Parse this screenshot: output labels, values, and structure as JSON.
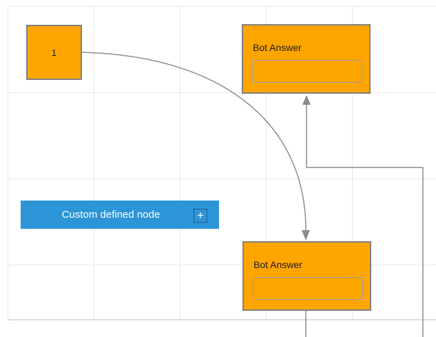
{
  "diagram": {
    "grid": "on",
    "nodes": {
      "node1": {
        "label": "1"
      },
      "bot_answer_top": {
        "title": "Bot Answer",
        "input_value": ""
      },
      "bot_answer_bottom": {
        "title": "Bot Answer",
        "input_value": ""
      },
      "custom": {
        "label": "Custom defined node",
        "plus_icon": "+"
      }
    },
    "connectors": [
      {
        "name": "bezier-connector",
        "from": "node1",
        "to": "bot_answer_bottom",
        "style": "curve",
        "arrow": "down"
      },
      {
        "name": "elbow-connector",
        "from": "offscreen-bottom",
        "to": "bot_answer_top",
        "style": "orthogonal",
        "arrow": "up"
      },
      {
        "name": "stub-connector",
        "from": "bot_answer_bottom",
        "to": "offscreen-bottom",
        "style": "straight"
      }
    ]
  },
  "colors": {
    "node-orange": "#ffa500",
    "node-border": "#7f7f7f",
    "inner-border": "#9e9e9e",
    "custom-blue": "#2b95d8",
    "connector": "#8c8c8c",
    "grid-line": "#e8e8e8",
    "canvas-edge": "#dcdcdc",
    "label-dark": "#1b1b1b",
    "label-light": "#ffffff"
  }
}
